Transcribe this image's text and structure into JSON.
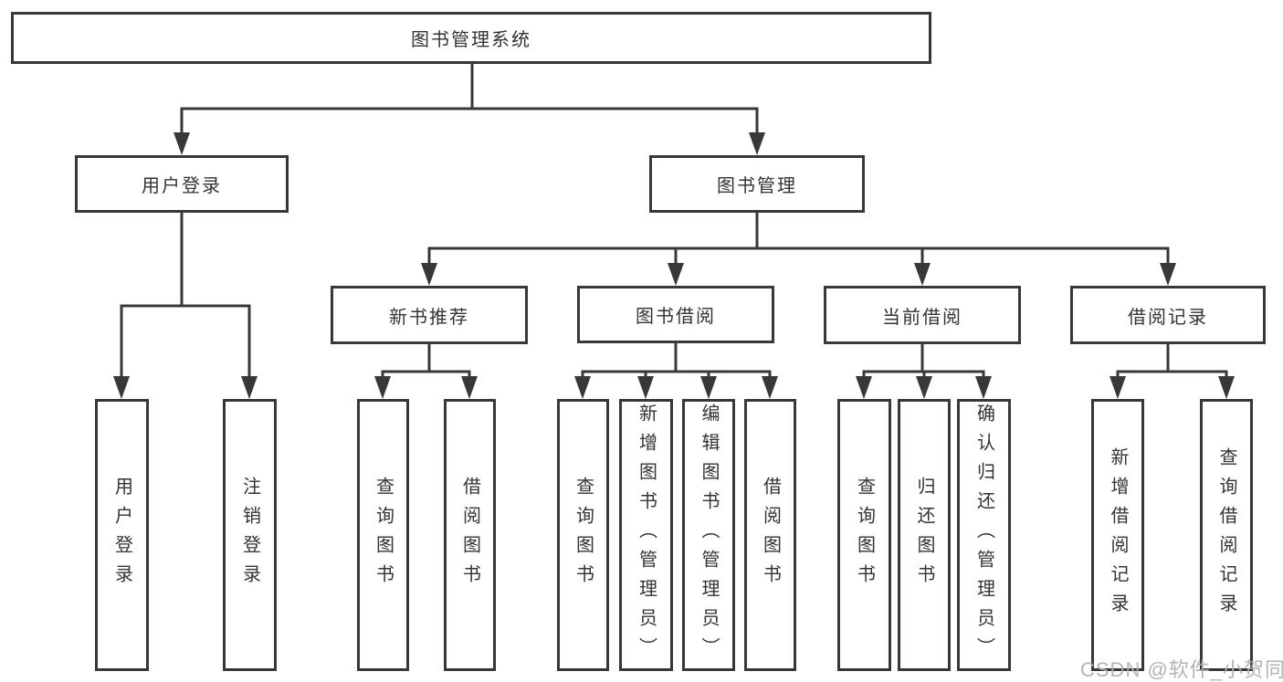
{
  "diagram": {
    "root": {
      "label": "图书管理系统"
    },
    "branches": [
      {
        "label": "用户登录",
        "leaves": [
          "用户登录",
          "注销登录"
        ]
      },
      {
        "label": "图书管理",
        "groups": [
          {
            "label": "新书推荐",
            "leaves": [
              "查询图书",
              "借阅图书"
            ]
          },
          {
            "label": "图书借阅",
            "leaves": [
              "查询图书",
              "新增图书（管理员）",
              "编辑图书（管理员）",
              "借阅图书"
            ]
          },
          {
            "label": "当前借阅",
            "leaves": [
              "查询图书",
              "归还图书",
              "确认归还（管理员）"
            ]
          },
          {
            "label": "借阅记录",
            "leaves": [
              "新增借阅记录",
              "查询借阅记录"
            ]
          }
        ]
      }
    ]
  },
  "watermark": {
    "text": "CSDN @软件_小贺同学"
  },
  "colors": {
    "line": "#383838",
    "text": "#333333",
    "box_background": "#ffffff",
    "watermark": "#b0b0b0"
  }
}
